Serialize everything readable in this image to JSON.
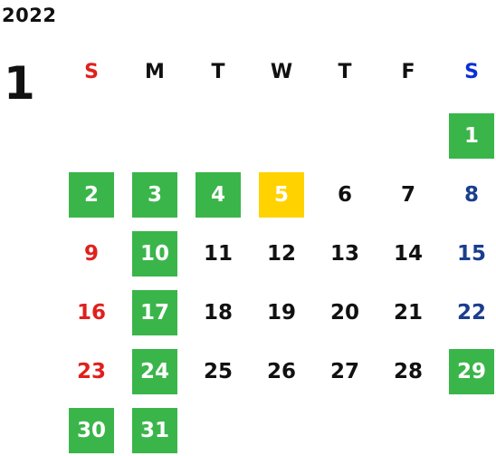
{
  "calendar": {
    "year": "2022",
    "month": "1",
    "weekdays": [
      {
        "label": "S",
        "color": "#e0201c"
      },
      {
        "label": "M",
        "color": "#111111"
      },
      {
        "label": "T",
        "color": "#111111"
      },
      {
        "label": "W",
        "color": "#111111"
      },
      {
        "label": "T",
        "color": "#111111"
      },
      {
        "label": "F",
        "color": "#111111"
      },
      {
        "label": "S",
        "color": "#0a2fd6"
      }
    ],
    "colors": {
      "holiday_bg": "#3ab54a",
      "today_bg": "#ffd200",
      "sunday_text": "#e0201c",
      "saturday_text": "#1a3d8f",
      "weekday_text": "#111111",
      "highlight_text": "#ffffff"
    },
    "weeks": [
      [
        null,
        null,
        null,
        null,
        null,
        null,
        {
          "day": "1",
          "type": "holiday"
        }
      ],
      [
        {
          "day": "2",
          "type": "holiday"
        },
        {
          "day": "3",
          "type": "holiday"
        },
        {
          "day": "4",
          "type": "holiday"
        },
        {
          "day": "5",
          "type": "today"
        },
        {
          "day": "6",
          "type": "normal"
        },
        {
          "day": "7",
          "type": "normal"
        },
        {
          "day": "8",
          "type": "normal"
        }
      ],
      [
        {
          "day": "9",
          "type": "normal"
        },
        {
          "day": "10",
          "type": "holiday"
        },
        {
          "day": "11",
          "type": "normal"
        },
        {
          "day": "12",
          "type": "normal"
        },
        {
          "day": "13",
          "type": "normal"
        },
        {
          "day": "14",
          "type": "normal"
        },
        {
          "day": "15",
          "type": "normal"
        }
      ],
      [
        {
          "day": "16",
          "type": "normal"
        },
        {
          "day": "17",
          "type": "holiday"
        },
        {
          "day": "18",
          "type": "normal"
        },
        {
          "day": "19",
          "type": "normal"
        },
        {
          "day": "20",
          "type": "normal"
        },
        {
          "day": "21",
          "type": "normal"
        },
        {
          "day": "22",
          "type": "normal"
        }
      ],
      [
        {
          "day": "23",
          "type": "normal"
        },
        {
          "day": "24",
          "type": "holiday"
        },
        {
          "day": "25",
          "type": "normal"
        },
        {
          "day": "26",
          "type": "normal"
        },
        {
          "day": "27",
          "type": "normal"
        },
        {
          "day": "28",
          "type": "normal"
        },
        {
          "day": "29",
          "type": "holiday"
        }
      ],
      [
        {
          "day": "30",
          "type": "holiday"
        },
        {
          "day": "31",
          "type": "holiday"
        },
        null,
        null,
        null,
        null,
        null
      ]
    ]
  }
}
